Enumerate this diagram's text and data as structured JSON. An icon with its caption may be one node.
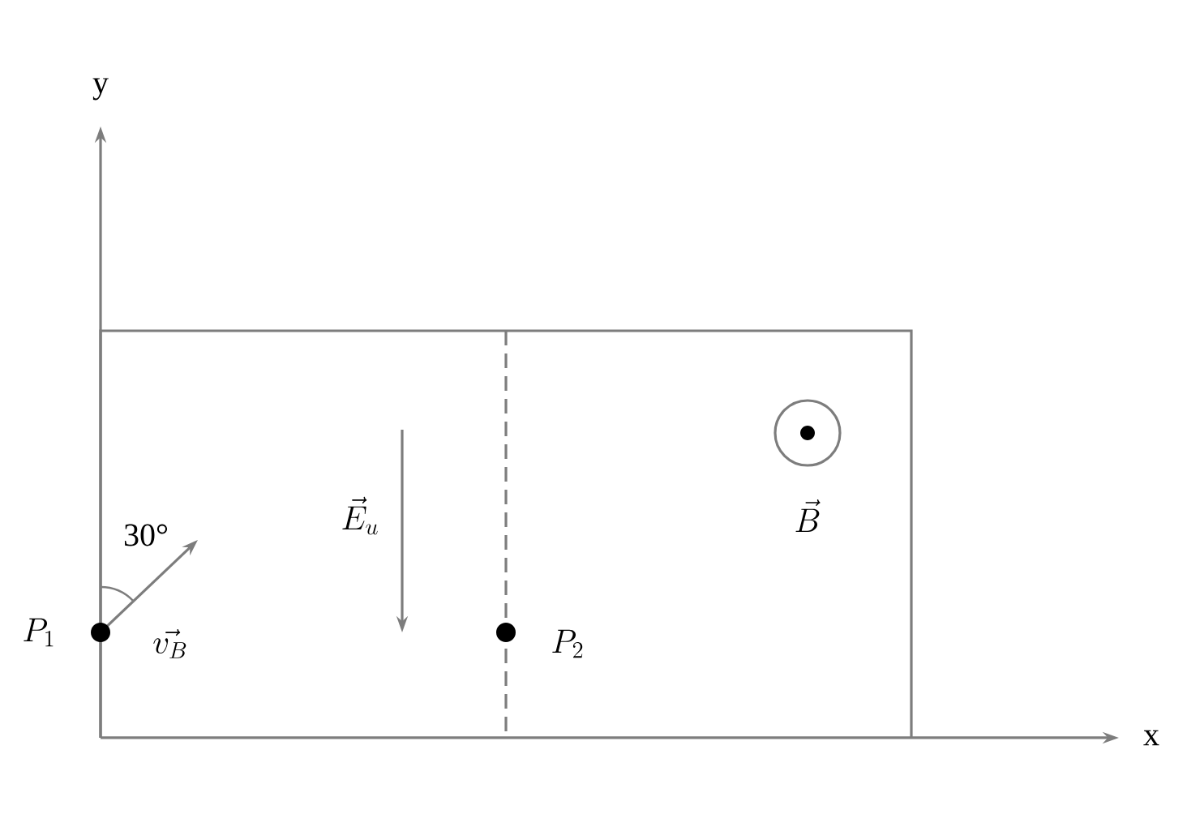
{
  "diagram": {
    "labels": [
      "y",
      "x",
      "30°",
      "\\vec{E}_u",
      "\\vec{B}",
      "P_1",
      "\\vec{v_B}",
      "P_2"
    ]
  }
}
